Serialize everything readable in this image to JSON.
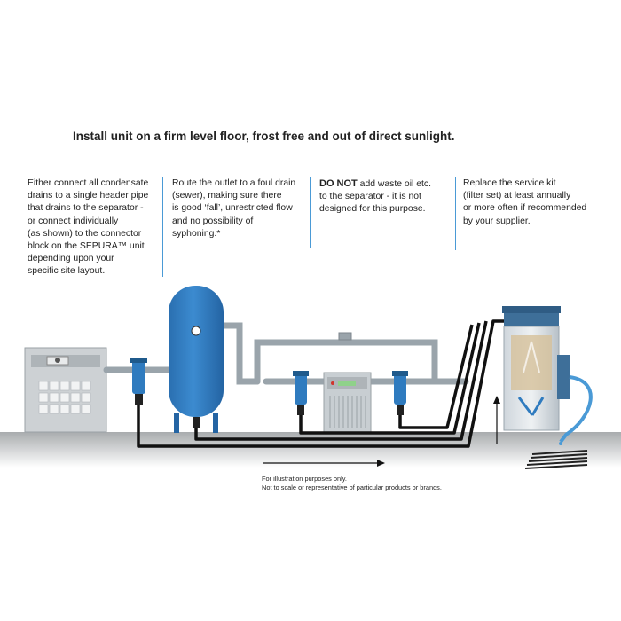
{
  "heading": "Install unit on a firm level floor, frost free and out of direct sunlight.",
  "columns": [
    {
      "text": "Either connect all condensate\ndrains to a single header pipe\nthat drains to the separator -\nor connect individually\n(as shown) to the connector\nblock on the SEPURA™ unit\ndepending upon your\nspecific site layout."
    },
    {
      "text": "Route the outlet to a foul drain\n(sewer), making sure there\nis good ‘fall’, unrestricted flow\nand no possibility of\nsyphoning.*"
    },
    {
      "strong": "DO NOT",
      "text": " add waste oil etc.\nto the separator - it is not\ndesigned for this purpose."
    },
    {
      "text": "Replace the service kit\n(filter set) at least annually\nor more often if recommended\nby your supplier."
    }
  ],
  "footnote": {
    "line1": "For illustration purposes only.",
    "line2": "Not to scale or representative of particular products or brands."
  },
  "colors": {
    "tank_blue": "#2f7bbf",
    "pipe_grey": "#9aa4ab",
    "drain_black": "#111111",
    "floor_grey": "#b9bcbe",
    "accent_blue": "#4a9ad6"
  }
}
